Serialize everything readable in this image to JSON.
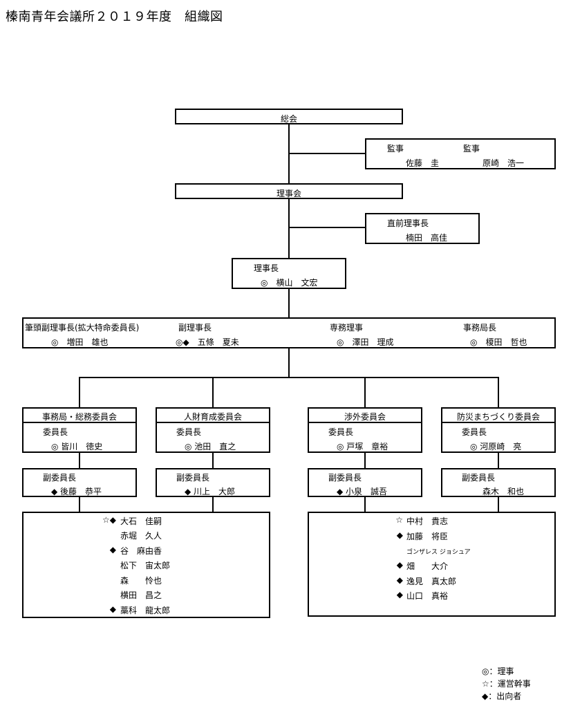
{
  "title": "榛南青年会議所２０１９年度　組織図",
  "general": {
    "label": "総会"
  },
  "auditors": {
    "a1_role": "監事",
    "a1_name": "佐藤　圭",
    "a2_role": "監事",
    "a2_name": "原崎　浩一"
  },
  "board": {
    "label": "理事会"
  },
  "past_president": {
    "role": "直前理事長",
    "name": "楠田　高佳"
  },
  "president": {
    "role": "理事長",
    "name": "◎　横山　文宏"
  },
  "vice": [
    {
      "role": "筆頭副理事長(拡大特命委員長)",
      "name": "◎　増田　雄也"
    },
    {
      "role": "副理事長",
      "name": "◎◆　五條　夏未"
    },
    {
      "role": "専務理事",
      "name": "◎　澤田　理成"
    },
    {
      "role": "事務局長",
      "name": "◎　榎田　哲也"
    }
  ],
  "committees": [
    {
      "name": "事務局・総務委員会",
      "chair_role": "委員長",
      "chair_name": "◎ 皆川　徳史",
      "vice_role": "副委員長",
      "vice_name": "◆ 後藤　恭平"
    },
    {
      "name": "人財育成委員会",
      "chair_role": "委員長",
      "chair_name": "◎ 池田　直之",
      "vice_role": "副委員長",
      "vice_name": "◆ 川上　大郎"
    },
    {
      "name": "渉外委員会",
      "chair_role": "委員長",
      "chair_name": "◎ 戸塚　章裕",
      "vice_role": "副委員長",
      "vice_name": "◆ 小泉　誠吾"
    },
    {
      "name": "防災まちづくり委員会",
      "chair_role": "委員長",
      "chair_name": "◎ 河原崎　亮",
      "vice_role": "副委員長",
      "vice_name": "森木　和也"
    }
  ],
  "members_left": [
    {
      "mark": "☆◆",
      "name": "大石　佳嗣"
    },
    {
      "mark": "",
      "name": "赤堀　久人"
    },
    {
      "mark": "◆",
      "name": "谷　麻由香"
    },
    {
      "mark": "",
      "name": "松下　宙太郎"
    },
    {
      "mark": "",
      "name": "森　　怜也"
    },
    {
      "mark": "",
      "name": "横田　昌之"
    },
    {
      "mark": "◆",
      "name": "藁科　龍太郎"
    }
  ],
  "members_right": [
    {
      "mark": "☆",
      "name": "中村　貴志"
    },
    {
      "mark": "◆",
      "name": "加藤　将臣"
    },
    {
      "mark": "",
      "name": "ゴンザレス ジョシュア"
    },
    {
      "mark": "◆",
      "name": "畑　　大介"
    },
    {
      "mark": "◆",
      "name": "逸見　真太郎"
    },
    {
      "mark": "◆",
      "name": "山口　真裕"
    }
  ],
  "legend": [
    {
      "text": "◎：理事"
    },
    {
      "text": "☆：運営幹事"
    },
    {
      "text": "◆：出向者"
    }
  ]
}
